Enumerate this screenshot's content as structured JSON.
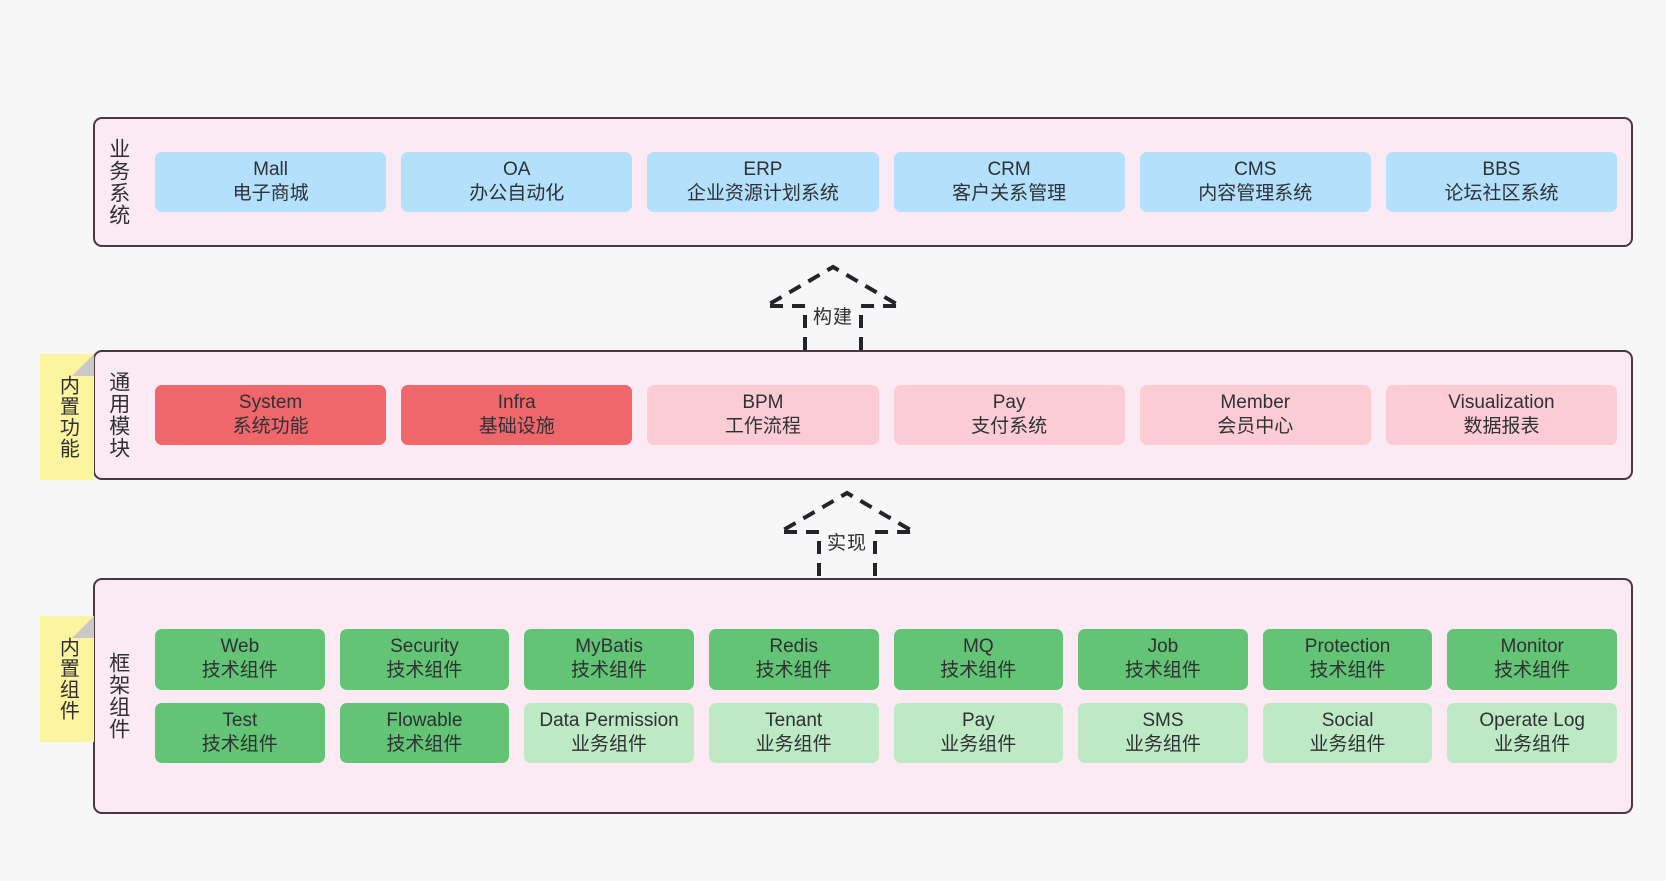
{
  "sections": [
    {
      "id": "business-systems",
      "label": "业务系统",
      "rows": [
        {
          "cells": [
            {
              "name": "Mall",
              "sub": "电子商城",
              "color": "c-blue"
            },
            {
              "name": "OA",
              "sub": "办公自动化",
              "color": "c-blue"
            },
            {
              "name": "ERP",
              "sub": "企业资源计划系统",
              "color": "c-blue"
            },
            {
              "name": "CRM",
              "sub": "客户关系管理",
              "color": "c-blue"
            },
            {
              "name": "CMS",
              "sub": "内容管理系统",
              "color": "c-blue"
            },
            {
              "name": "BBS",
              "sub": "论坛社区系统",
              "color": "c-blue"
            }
          ]
        }
      ]
    },
    {
      "id": "common-modules",
      "label": "通用模块",
      "sticky": "内置功能",
      "rows": [
        {
          "cells": [
            {
              "name": "System",
              "sub": "系统功能",
              "color": "c-red-strong"
            },
            {
              "name": "Infra",
              "sub": "基础设施",
              "color": "c-red-strong"
            },
            {
              "name": "BPM",
              "sub": "工作流程",
              "color": "c-red-soft"
            },
            {
              "name": "Pay",
              "sub": "支付系统",
              "color": "c-red-soft"
            },
            {
              "name": "Member",
              "sub": "会员中心",
              "color": "c-red-soft"
            },
            {
              "name": "Visualization",
              "sub": "数据报表",
              "color": "c-red-soft"
            }
          ]
        }
      ]
    },
    {
      "id": "framework-components",
      "label": "框架组件",
      "sticky": "内置组件",
      "rows": [
        {
          "cells": [
            {
              "name": "Web",
              "sub": "技术组件",
              "color": "c-green-strong"
            },
            {
              "name": "Security",
              "sub": "技术组件",
              "color": "c-green-strong"
            },
            {
              "name": "MyBatis",
              "sub": "技术组件",
              "color": "c-green-strong"
            },
            {
              "name": "Redis",
              "sub": "技术组件",
              "color": "c-green-strong"
            },
            {
              "name": "MQ",
              "sub": "技术组件",
              "color": "c-green-strong"
            },
            {
              "name": "Job",
              "sub": "技术组件",
              "color": "c-green-strong"
            },
            {
              "name": "Protection",
              "sub": "技术组件",
              "color": "c-green-strong"
            },
            {
              "name": "Monitor",
              "sub": "技术组件",
              "color": "c-green-strong"
            }
          ]
        },
        {
          "cells": [
            {
              "name": "Test",
              "sub": "技术组件",
              "color": "c-green-strong"
            },
            {
              "name": "Flowable",
              "sub": "技术组件",
              "color": "c-green-strong"
            },
            {
              "name": "Data Permission",
              "sub": "业务组件",
              "color": "c-green-soft"
            },
            {
              "name": "Tenant",
              "sub": "业务组件",
              "color": "c-green-soft"
            },
            {
              "name": "Pay",
              "sub": "业务组件",
              "color": "c-green-soft"
            },
            {
              "name": "SMS",
              "sub": "业务组件",
              "color": "c-green-soft"
            },
            {
              "name": "Social",
              "sub": "业务组件",
              "color": "c-green-soft"
            },
            {
              "name": "Operate Log",
              "sub": "业务组件",
              "color": "c-green-soft"
            }
          ]
        }
      ]
    }
  ],
  "arrows": [
    {
      "id": "arrow-build",
      "label": "构建"
    },
    {
      "id": "arrow-implement",
      "label": "实现"
    }
  ],
  "colors": {
    "panel_bg": "#fbeaf4",
    "panel_border": "#4a3740",
    "blue": "#b3e0fb",
    "red_strong": "#f0676b",
    "red_soft": "#fbccd4",
    "green_strong": "#62c474",
    "green_soft": "#bde9c4",
    "sticky": "#fbf5a0",
    "canvas": "#f7f7f7",
    "arrow_stroke": "#23232a"
  }
}
